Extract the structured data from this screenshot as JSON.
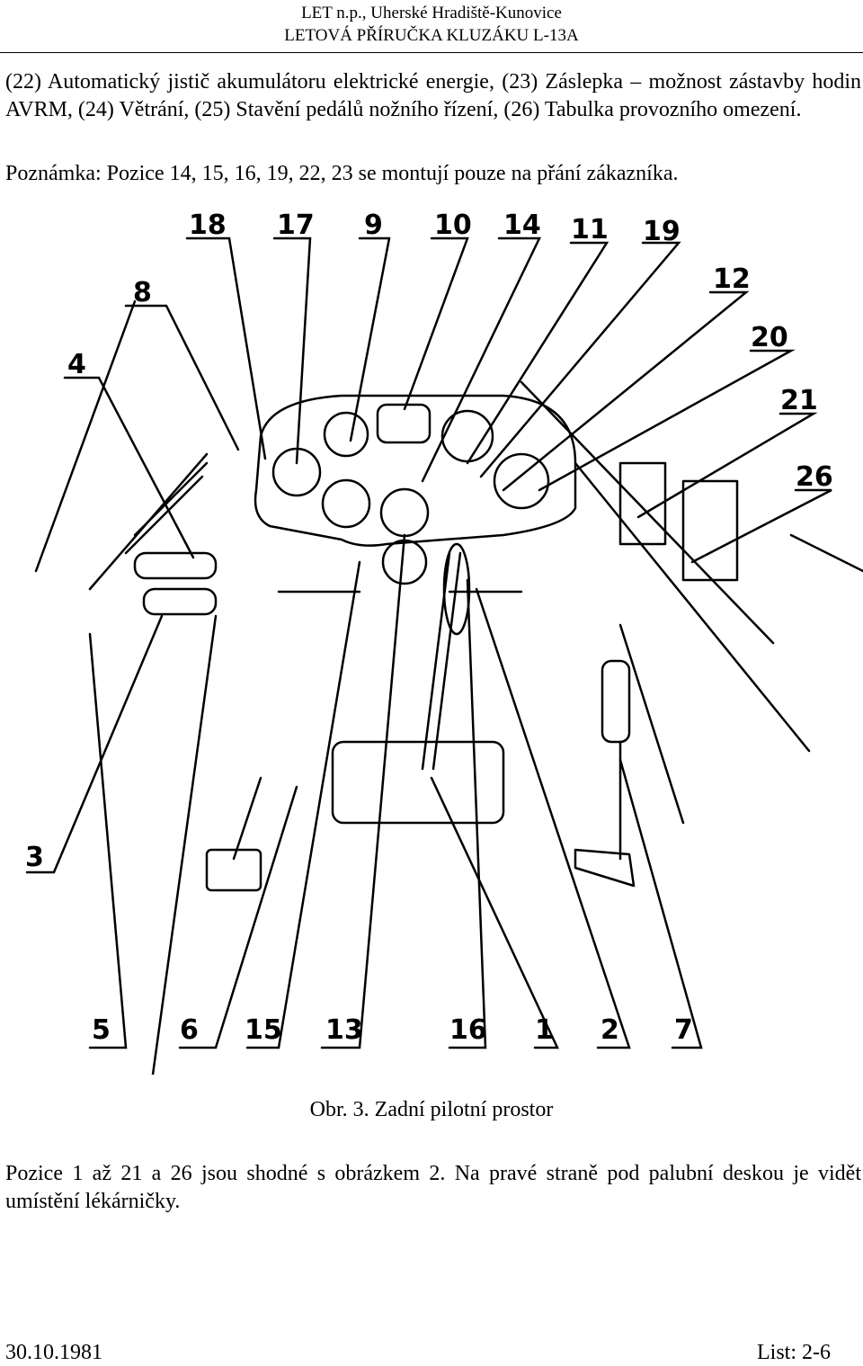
{
  "header": {
    "line1": "LET n.p., Uherské Hradiště-Kunovice",
    "line2": "LETOVÁ PŘÍRUČKA KLUZÁKU L-13A"
  },
  "intro": "(22) Automatický jistič akumulátoru elektrické energie, (23) Záslepka – možnost zástavby hodin AVRM, (24) Větrání, (25) Stavění pedálů nožního řízení, (26) Tabulka provozního omezení.",
  "note": "Poznámka: Pozice 14, 15, 16, 19, 22, 23 se montují pouze na přání zákazníka.",
  "figure": {
    "callouts": [
      "18",
      "17",
      "9",
      "10",
      "14",
      "11",
      "19",
      "12",
      "8",
      "20",
      "4",
      "21",
      "26",
      "3",
      "5",
      "6",
      "15",
      "13",
      "16",
      "1",
      "2",
      "7"
    ]
  },
  "caption": "Obr. 3. Zadní pilotní prostor",
  "body": "Pozice 1 až 21 a 26 jsou shodné s obrázkem 2. Na pravé straně pod palubní deskou je vidět umístění lékárničky.",
  "footer": {
    "date": "30.10.1981",
    "page": "List: 2-6"
  }
}
